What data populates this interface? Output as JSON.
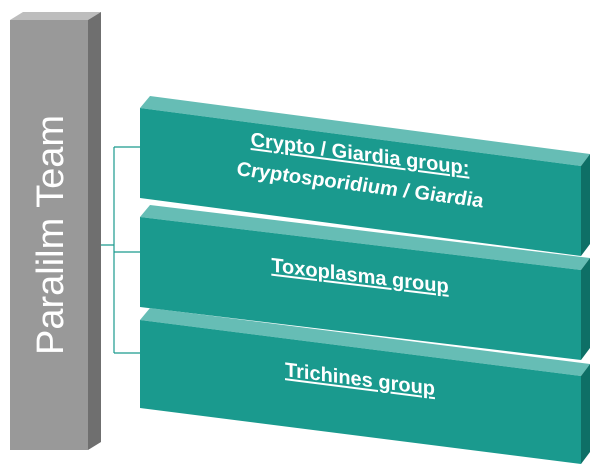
{
  "team": {
    "name": "Paralilm Team"
  },
  "groups": [
    {
      "title": "Crypto / Giardia group:",
      "subtitle": "Cryptosporidium / Giardia"
    },
    {
      "title": "Toxoplasma group"
    },
    {
      "title": "Trichines group"
    }
  ],
  "colors": {
    "pillar_front": "#999999",
    "pillar_side": "#6f6f6f",
    "pillar_top": "#bdbdbd",
    "box_front": "#1a9a8e",
    "box_top": "#66bdb5",
    "box_side": "#0e6f66",
    "connector": "#1a9a8e"
  }
}
